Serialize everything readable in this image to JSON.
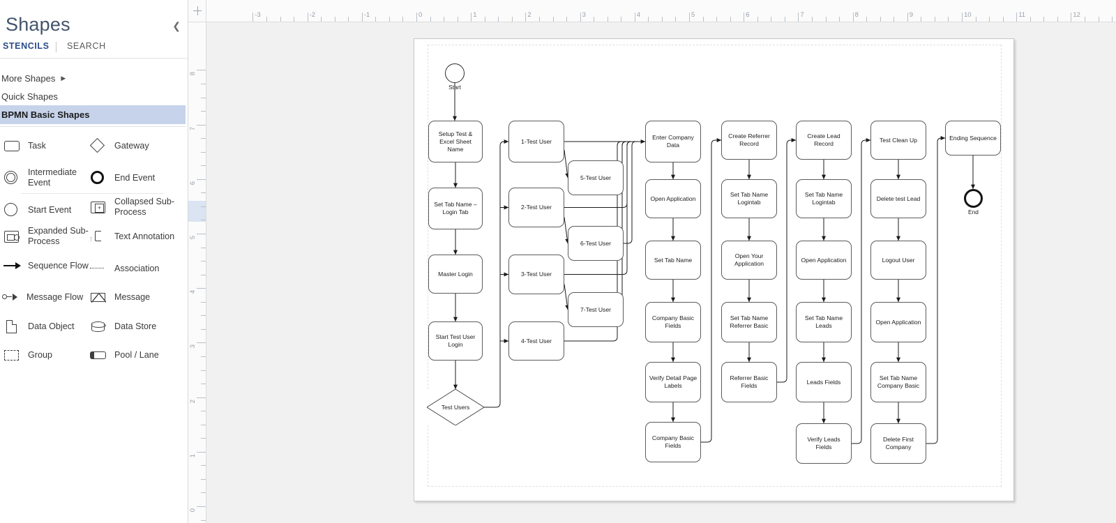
{
  "app": {
    "ruler": {
      "h_labels": [
        "-3",
        "-2",
        "-1",
        "0",
        "1",
        "2",
        "3",
        "4",
        "5",
        "6",
        "7",
        "8",
        "9",
        "10",
        "11",
        "12"
      ],
      "v_labels": [
        "8",
        "7",
        "6",
        "5",
        "4",
        "3",
        "2",
        "1",
        "0"
      ]
    }
  },
  "shapes_panel": {
    "title": "Shapes",
    "collapse_icon": "chevron-left-icon",
    "tabs": [
      {
        "label": "STENCILS",
        "active": true
      },
      {
        "label": "SEARCH",
        "active": false
      }
    ],
    "stencils": [
      {
        "label": "More Shapes",
        "has_caret": true,
        "selected": false
      },
      {
        "label": "Quick Shapes",
        "has_caret": false,
        "selected": false
      },
      {
        "label": "BPMN Basic Shapes",
        "has_caret": false,
        "selected": true
      }
    ],
    "masters": [
      {
        "label": "Task",
        "icon": "task-icon"
      },
      {
        "label": "Gateway",
        "icon": "gateway-icon"
      },
      {
        "label": "Intermediate Event",
        "icon": "intermediate-event-icon"
      },
      {
        "label": "End Event",
        "icon": "end-event-icon"
      },
      {
        "label": "Start Event",
        "icon": "start-event-icon"
      },
      {
        "label": "Collapsed Sub-Process",
        "icon": "collapsed-subprocess-icon"
      },
      {
        "label": "Expanded Sub-Process",
        "icon": "expanded-subprocess-icon"
      },
      {
        "label": "Text Annotation",
        "icon": "text-annotation-icon"
      },
      {
        "label": "Sequence Flow",
        "icon": "sequence-flow-icon"
      },
      {
        "label": "Association",
        "icon": "association-icon"
      },
      {
        "label": "Message Flow",
        "icon": "message-flow-icon"
      },
      {
        "label": "Message",
        "icon": "message-icon"
      },
      {
        "label": "Data Object",
        "icon": "data-object-icon"
      },
      {
        "label": "Data Store",
        "icon": "data-store-icon"
      },
      {
        "label": "Group",
        "icon": "group-icon"
      },
      {
        "label": "Pool / Lane",
        "icon": "pool-lane-icon"
      }
    ]
  },
  "diagram": {
    "events": [
      {
        "id": "start",
        "label": "Start",
        "type": "start"
      },
      {
        "id": "end",
        "label": "End",
        "type": "end"
      }
    ],
    "gateways": [
      {
        "id": "gw_test_users",
        "label": "Test Users"
      }
    ],
    "columns": [
      {
        "name": "setup",
        "nodes": [
          "Setup Test & Excel Sheet Name",
          "Set Tab Name – Login Tab",
          "Master Login",
          "Start Test User Login"
        ]
      },
      {
        "name": "test-users-a",
        "nodes": [
          "1-Test User",
          "2-Test User",
          "3-Test User",
          "4-Test User"
        ]
      },
      {
        "name": "test-users-b",
        "nodes": [
          "5-Test User",
          "6-Test User",
          "7-Test User"
        ]
      },
      {
        "name": "company",
        "nodes": [
          "Enter Company Data",
          "Open Application",
          "Set Tab Name",
          "Company Basic Fields",
          "Verify Detail Page Labels",
          "Company Basic Fields"
        ]
      },
      {
        "name": "referrer",
        "nodes": [
          "Create Referrer Record",
          "Set Tab Name Logintab",
          "Open Your Application",
          "Set Tab Name Referrer Basic",
          "Referrer Basic Fields"
        ]
      },
      {
        "name": "lead",
        "nodes": [
          "Create Lead Record",
          "Set Tab Name Logintab",
          "Open Application",
          "Set Tab Name Leads",
          "Leads Fields",
          "Verify Leads Fields"
        ]
      },
      {
        "name": "cleanup",
        "nodes": [
          "Test Clean Up",
          "Delete test Lead",
          "Logout User",
          "Open Application",
          "Set Tab Name Company Basic",
          "Delete First Company"
        ]
      },
      {
        "name": "ending",
        "nodes": [
          "Ending Sequence"
        ]
      }
    ]
  },
  "colors": {
    "accent": "#44546a",
    "selection": "#c7d3ea",
    "tab_active": "#2b4a8b",
    "canvas_bg": "#f1f1f1",
    "shape_stroke": "#5b5b5b",
    "ruler_bg": "#fbfbfb"
  }
}
